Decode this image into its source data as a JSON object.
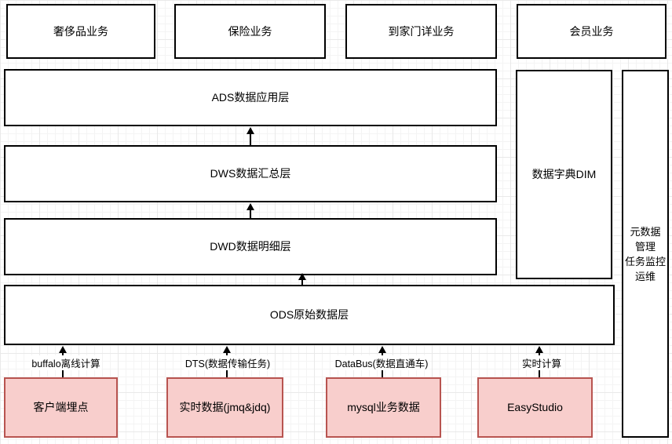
{
  "businesses": {
    "luxury": "奢侈品业务",
    "insurance": "保险业务",
    "daojia": "到家门详业务",
    "member": "会员业务"
  },
  "layers": {
    "ads": "ADS数据应用层",
    "dws": "DWS数据汇总层",
    "dwd": "DWD数据明细层",
    "ods": "ODS原始数据层"
  },
  "dim": {
    "label": "数据字典DIM"
  },
  "meta": {
    "lines": [
      "元数据",
      "管理",
      "任务监控",
      "运维"
    ]
  },
  "sources": {
    "client": "客户端埋点",
    "realtime": "实时数据(jmq&jdq)",
    "mysql": "mysql业务数据",
    "easystudio": "EasyStudio"
  },
  "edges": {
    "buffalo": "buffalo离线计算",
    "dts": "DTS(数据传输任务)",
    "databus": "DataBus(数据直通车)",
    "realtime_compute": "实时计算"
  },
  "colors": {
    "source_fill": "#f8cecc",
    "source_border": "#b85450",
    "box_border": "#000000"
  }
}
